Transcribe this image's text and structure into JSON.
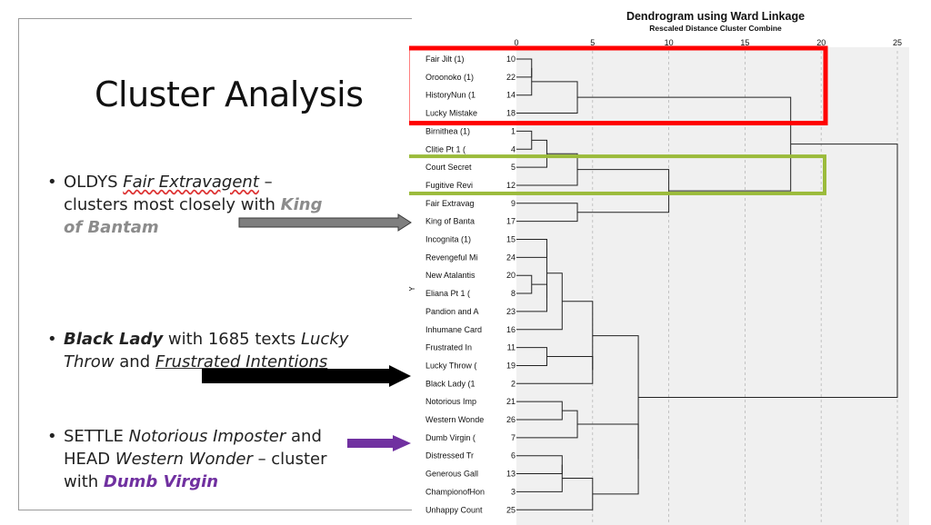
{
  "slide": {
    "title": "Cluster Analysis",
    "bullets": [
      {
        "dot": "•",
        "line1": [
          "OLDYS ",
          "Fair Extravagent",
          " –"
        ],
        "line2": [
          "clusters most closely with ",
          "King"
        ],
        "line3": [
          "of Bantam"
        ]
      },
      {
        "dot": "•",
        "line1": [
          "Black Lady",
          " with 1685 texts ",
          "Lucky"
        ],
        "line2": [
          "Throw",
          " and ",
          "Frustrated Intentions"
        ]
      },
      {
        "dot": "•",
        "line1": [
          "SETTLE ",
          "Notorious Imposter",
          " and"
        ],
        "line2": [
          "HEAD ",
          "Western Wonder",
          " – cluster"
        ],
        "line3": [
          "with ",
          "Dumb Virgin"
        ]
      }
    ],
    "arrows": [
      {
        "name": "grey-arrow",
        "color": "#7f7f7f"
      },
      {
        "name": "black-arrow",
        "color": "#000000"
      },
      {
        "name": "purple-arrow",
        "color": "#7030a0"
      }
    ]
  },
  "chart_data": {
    "type": "dendrogram",
    "title": "Dendrogram using Ward Linkage",
    "subtitle": "Rescaled Distance Cluster Combine",
    "side_label": "Y",
    "axis": {
      "min": 0,
      "max": 25,
      "ticks": [
        0,
        5,
        10,
        15,
        20,
        25
      ]
    },
    "leaves": [
      {
        "label": "Fair Jilt (1)",
        "id": "10"
      },
      {
        "label": "Oroonoko (1)",
        "id": "22"
      },
      {
        "label": "HistoryNun (1",
        "id": "14"
      },
      {
        "label": "Lucky Mistake",
        "id": "18"
      },
      {
        "label": "Birnithea (1)",
        "id": "1"
      },
      {
        "label": "Clitie Pt 1 (",
        "id": "4"
      },
      {
        "label": "Court Secret",
        "id": "5"
      },
      {
        "label": "Fugitive Revi",
        "id": "12"
      },
      {
        "label": "Fair Extravag",
        "id": "9"
      },
      {
        "label": "King of Banta",
        "id": "17"
      },
      {
        "label": "Incognita (1)",
        "id": "15"
      },
      {
        "label": "Revengeful Mi",
        "id": "24"
      },
      {
        "label": "New Atalantis",
        "id": "20"
      },
      {
        "label": "Eliana Pt 1 (",
        "id": "8"
      },
      {
        "label": "Pandion and A",
        "id": "23"
      },
      {
        "label": "Inhumane Card",
        "id": "16"
      },
      {
        "label": "Frustrated In",
        "id": "11"
      },
      {
        "label": "Lucky Throw (",
        "id": "19"
      },
      {
        "label": "Black Lady (1",
        "id": "2"
      },
      {
        "label": "Notorious Imp",
        "id": "21"
      },
      {
        "label": "Western Wonde",
        "id": "26"
      },
      {
        "label": "Dumb Virgin (",
        "id": "7"
      },
      {
        "label": "Distressed Tr",
        "id": "6"
      },
      {
        "label": "Generous Gall",
        "id": "13"
      },
      {
        "label": "ChampionofHon",
        "id": "3"
      },
      {
        "label": "Unhappy Count",
        "id": "25"
      }
    ],
    "merges": [
      {
        "id": "A",
        "a": 0,
        "b": 1,
        "height": 1.0
      },
      {
        "id": "B",
        "a": "A",
        "b": 2,
        "height": 1.0
      },
      {
        "id": "C",
        "a": "B",
        "b": 3,
        "height": 4.0
      },
      {
        "id": "D",
        "a": 4,
        "b": 5,
        "height": 1.0
      },
      {
        "id": "E",
        "a": "D",
        "b": 6,
        "height": 2.0
      },
      {
        "id": "F",
        "a": "E",
        "b": 7,
        "height": 4.0
      },
      {
        "id": "G",
        "a": 8,
        "b": 9,
        "height": 4.0
      },
      {
        "id": "H",
        "a": "F",
        "b": "G",
        "height": 10.0
      },
      {
        "id": "I",
        "a": "C",
        "b": "H",
        "height": 18.0
      },
      {
        "id": "J",
        "a": 10,
        "b": 11,
        "height": 2.0
      },
      {
        "id": "K",
        "a": 12,
        "b": 13,
        "height": 1.0
      },
      {
        "id": "L",
        "a": "K",
        "b": 14,
        "height": 2.0
      },
      {
        "id": "M",
        "a": "J",
        "b": "L",
        "height": 2.0
      },
      {
        "id": "N",
        "a": "M",
        "b": 15,
        "height": 3.0
      },
      {
        "id": "O",
        "a": 16,
        "b": 17,
        "height": 2.0
      },
      {
        "id": "P",
        "a": "O",
        "b": 18,
        "height": 5.0
      },
      {
        "id": "Q",
        "a": "N",
        "b": "P",
        "height": 5.0
      },
      {
        "id": "R",
        "a": 19,
        "b": 20,
        "height": 3.0
      },
      {
        "id": "S",
        "a": "R",
        "b": 21,
        "height": 4.0
      },
      {
        "id": "T",
        "a": 22,
        "b": 23,
        "height": 3.0
      },
      {
        "id": "U",
        "a": "T",
        "b": 24,
        "height": 3.0
      },
      {
        "id": "V",
        "a": "U",
        "b": 25,
        "height": 5.0
      },
      {
        "id": "W",
        "a": "S",
        "b": "V",
        "height": 8.0
      },
      {
        "id": "X",
        "a": "Q",
        "b": "W",
        "height": 8.0
      },
      {
        "id": "Y",
        "a": "I",
        "b": "X",
        "height": 25.0
      }
    ],
    "highlights": [
      {
        "name": "red-cluster-box",
        "color": "#ff0000",
        "from_leaf": 0,
        "to_leaf": 3
      },
      {
        "name": "green-cluster-box",
        "color": "#9bbb3b",
        "from_leaf": 6,
        "to_leaf": 7
      }
    ]
  }
}
